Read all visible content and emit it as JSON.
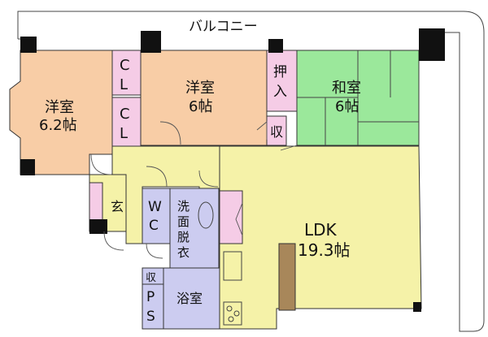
{
  "balcony": "バルコニー",
  "rooms": {
    "western1": {
      "name": "洋室",
      "size": "6.2帖"
    },
    "western2": {
      "name": "洋室",
      "size": "6帖"
    },
    "japanese": {
      "name": "和室",
      "size": "6帖"
    },
    "ldk": {
      "name": "LDK",
      "size": "19.3帖"
    },
    "cl1": {
      "top": "C",
      "bottom": "L"
    },
    "cl2": {
      "top": "C",
      "bottom": "L"
    },
    "oshiire": {
      "top": "押",
      "bottom": "入"
    },
    "shu": "収",
    "genkan": "玄",
    "wc": {
      "top": "W",
      "bottom": "C"
    },
    "washroom": [
      "洗",
      "面",
      "脱",
      "衣"
    ],
    "shu2": "収",
    "ps": {
      "top": "P",
      "bottom": "S"
    },
    "bath": "浴室"
  },
  "colors": {
    "western": "#f8cda6",
    "japanese": "#9be89b",
    "ldk": "#f5f2a8",
    "storage": "#f5cce6",
    "wet": "#ccccf0",
    "hall": "#f5f2a8",
    "counter": "#a8875a"
  }
}
